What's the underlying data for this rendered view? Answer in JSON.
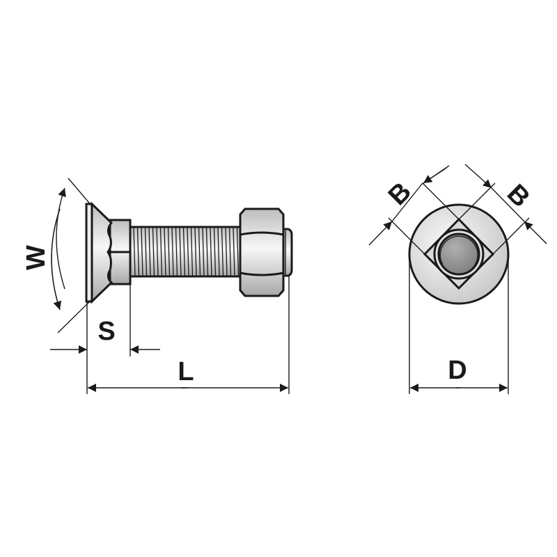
{
  "diagram": {
    "dimension_labels": {
      "head_angle": "W",
      "neck_length": "S",
      "length": "L",
      "square_width_left": "B",
      "square_width_right": "B",
      "head_diameter": "D"
    },
    "colors": {
      "outline": "#1a1a1a",
      "metal_light": "#f2f2f2",
      "metal_dark": "#b5b5b5",
      "bolt_end": "#9a9a9a"
    }
  }
}
